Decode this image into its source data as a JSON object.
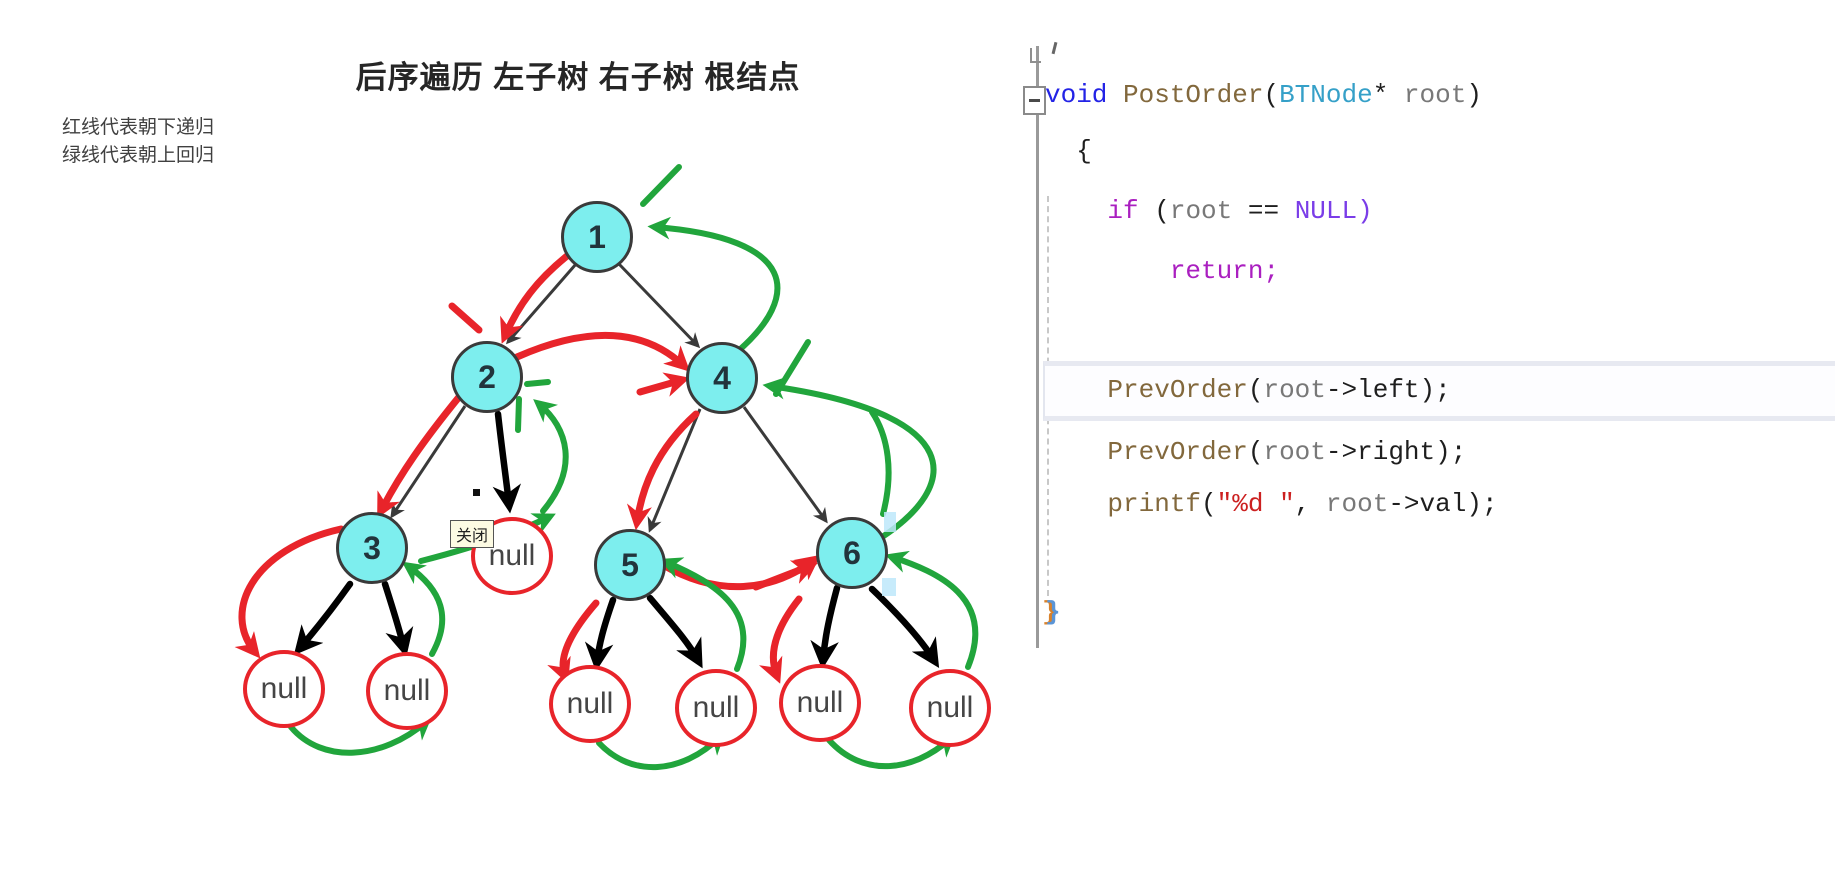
{
  "diagram": {
    "title": "后序遍历 左子树 右子树 根结点",
    "legend_line1": "红线代表朝下递归",
    "legend_line2": "绿线代表朝上回归",
    "tooltip": "关闭",
    "null_label": "null",
    "nodes": [
      {
        "label": "1"
      },
      {
        "label": "2"
      },
      {
        "label": "3"
      },
      {
        "label": "4"
      },
      {
        "label": "5"
      },
      {
        "label": "6"
      }
    ],
    "structure": {
      "edges": [
        "1-2",
        "1-4",
        "2-3",
        "2-null",
        "4-5",
        "4-6",
        "3-null",
        "3-null",
        "5-null",
        "5-null",
        "6-null",
        "6-null"
      ]
    },
    "colors": {
      "node_fill": "#7deeee",
      "node_border": "#3a3a3a",
      "null_border": "#e8242a",
      "recursion_red": "#e8242a",
      "return_green": "#21a53c"
    }
  },
  "code": {
    "lines": [
      {
        "tokens": [
          {
            "text": "void ",
            "cls": "kw"
          },
          {
            "text": "PostOrder",
            "cls": "fn"
          },
          {
            "text": "(",
            "cls": "pl"
          },
          {
            "text": "BTNode",
            "cls": "ty"
          },
          {
            "text": "* ",
            "cls": "pl"
          },
          {
            "text": "root",
            "cls": "id"
          },
          {
            "text": ")",
            "cls": "pl"
          }
        ]
      },
      {
        "tokens": [
          {
            "text": "  {",
            "cls": "pl"
          }
        ]
      },
      {
        "tokens": [
          {
            "text": "    ",
            "cls": "pl"
          },
          {
            "text": "if ",
            "cls": "kw2"
          },
          {
            "text": "(",
            "cls": "pl"
          },
          {
            "text": "root",
            "cls": "id"
          },
          {
            "text": " == ",
            "cls": "pl"
          },
          {
            "text": "NULL",
            "cls": "kw3"
          },
          {
            "text": ")",
            "cls": "kw3"
          }
        ]
      },
      {
        "tokens": [
          {
            "text": "        ",
            "cls": "pl"
          },
          {
            "text": "return;",
            "cls": "kw2"
          }
        ]
      },
      {
        "tokens": [
          {
            "text": "    ",
            "cls": "pl"
          },
          {
            "text": "PrevOrder",
            "cls": "fn"
          },
          {
            "text": "(",
            "cls": "pl"
          },
          {
            "text": "root",
            "cls": "id"
          },
          {
            "text": "->",
            "cls": "pl"
          },
          {
            "text": "left",
            "cls": "pl"
          },
          {
            "text": ");",
            "cls": "pl"
          }
        ]
      },
      {
        "tokens": [
          {
            "text": "    ",
            "cls": "pl"
          },
          {
            "text": "PrevOrder",
            "cls": "fn"
          },
          {
            "text": "(",
            "cls": "pl"
          },
          {
            "text": "root",
            "cls": "id"
          },
          {
            "text": "->",
            "cls": "pl"
          },
          {
            "text": "right",
            "cls": "pl"
          },
          {
            "text": ");",
            "cls": "pl"
          }
        ]
      },
      {
        "tokens": [
          {
            "text": "    ",
            "cls": "pl"
          },
          {
            "text": "printf",
            "cls": "fn"
          },
          {
            "text": "(",
            "cls": "pl"
          },
          {
            "text": "\"%d \"",
            "cls": "str"
          },
          {
            "text": ", ",
            "cls": "pl"
          },
          {
            "text": "root",
            "cls": "id"
          },
          {
            "text": "->",
            "cls": "pl"
          },
          {
            "text": "val",
            "cls": "pl"
          },
          {
            "text": ");",
            "cls": "pl"
          }
        ]
      },
      {
        "tokens": [
          {
            "text": "}",
            "cls": "brc"
          }
        ]
      }
    ]
  }
}
